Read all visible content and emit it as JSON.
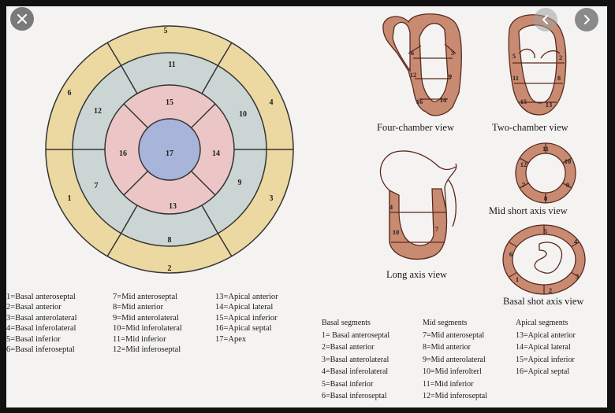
{
  "controls": {
    "close_icon": "close-icon",
    "prev_icon": "chevron-left-icon",
    "next_icon": "chevron-right-icon"
  },
  "bullseye": {
    "colors": {
      "basal": "#ecd9a2",
      "mid": "#cbd6d4",
      "apical": "#ecc6c6",
      "apex": "#a9b4da"
    },
    "segments": {
      "s1": "1",
      "s2": "2",
      "s3": "3",
      "s4": "4",
      "s5": "5",
      "s6": "6",
      "s7": "7",
      "s8": "8",
      "s9": "9",
      "s10": "10",
      "s11": "11",
      "s12": "12",
      "s13": "13",
      "s14": "14",
      "s15": "15",
      "s16": "16",
      "s17": "17"
    }
  },
  "legend_left": {
    "col1": [
      "1=Basal anteroseptal",
      "2=Basal anterior",
      "3=Basal anterolateral",
      "4=Basal inferolateral",
      "5=Basal inferior",
      "6=Basal inferoseptal"
    ],
    "col2": [
      "7=Mid anteroseptal",
      "8=Mid anterior",
      "9=Mid anterolateral",
      "10=Mid inferolateral",
      "11=Mid inferior",
      "12=Mid inferoseptal"
    ],
    "col3": [
      "13=Apical anterior",
      "14=Apical lateral",
      "15=Apical inferior",
      "16=Apical septal",
      "17=Apex"
    ]
  },
  "views": {
    "four_chamber": "Four-chamber view",
    "two_chamber": "Two-chamber view",
    "long_axis": "Long axis view",
    "mid_short": "Mid short axis view",
    "basal_short": "Basal shot axis view"
  },
  "view_labels": {
    "fc": [
      "6",
      "3",
      "12",
      "9",
      "16",
      "14"
    ],
    "tc": [
      "5",
      "2",
      "11",
      "8",
      "15",
      "13"
    ],
    "la": [
      "4",
      "10",
      "7"
    ],
    "ms": [
      "11",
      "10",
      "12",
      "9",
      "7",
      "8"
    ],
    "bs": [
      "5",
      "4",
      "6",
      "3",
      "1",
      "2"
    ]
  },
  "muscle_color": "#c98a72",
  "legend_right": {
    "col1": [
      "Basal segments",
      "1= Basal anteroseptal",
      "2=Basal anterior",
      "3=Basal anterolateral",
      "4=Basal inferolateral",
      "5=Basal inferior",
      "6=Basal inferoseptal"
    ],
    "col2": [
      "Mid segments",
      "7=Mid anteroseptal",
      "8=Mid anterior",
      "9=Mid anterolateral",
      "10=Mid inferolterl",
      "11=Mid inferior",
      "12=Mid inferoseptal"
    ],
    "col3": [
      "Apical segments",
      "13=Apical anterior",
      "14=Apical lateral",
      "15=Apical inferior",
      "16=Apical septal"
    ]
  }
}
